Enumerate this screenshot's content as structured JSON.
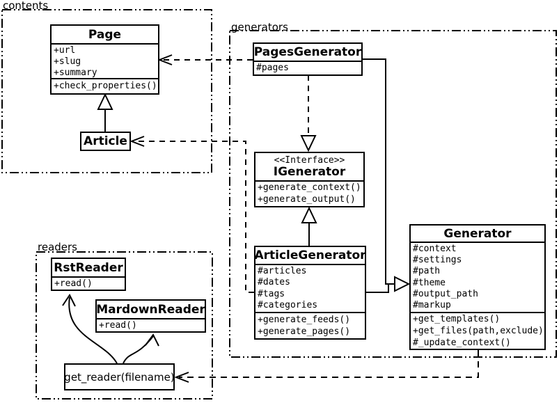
{
  "packages": {
    "contents": {
      "label": "contents"
    },
    "generators": {
      "label": "generators"
    },
    "readers": {
      "label": "readers"
    }
  },
  "classes": {
    "page": {
      "title": "Page",
      "attributes": [
        "+url",
        "+slug",
        "+summary"
      ],
      "methods": [
        "+check_properties()"
      ]
    },
    "article": {
      "title": "Article"
    },
    "pages_generator": {
      "title": "PagesGenerator",
      "attributes": [
        "#pages"
      ]
    },
    "igenerator": {
      "stereotype": "<<Interface>>",
      "title": "IGenerator",
      "methods": [
        "+generate_context()",
        "+generate_output()"
      ]
    },
    "article_generator": {
      "title": "ArticleGenerator",
      "attributes": [
        "#articles",
        "#dates",
        "#tags",
        "#categories"
      ],
      "methods": [
        "+generate_feeds()",
        "+generate_pages()"
      ]
    },
    "generator": {
      "title": "Generator",
      "attributes": [
        "#context",
        "#settings",
        "#path",
        "#theme",
        "#output_path",
        "#markup"
      ],
      "methods": [
        "+get_templates()",
        "+get_files(path,exclude)",
        "#_update_context()"
      ]
    },
    "rst_reader": {
      "title": "RstReader",
      "methods": [
        "+read()"
      ]
    },
    "mardown_reader": {
      "title": "MardownReader",
      "methods": [
        "+read()"
      ]
    },
    "get_reader": {
      "label": "get_reader(filename)"
    }
  },
  "colors": {
    "ink": "#000000",
    "paper": "#ffffff"
  }
}
